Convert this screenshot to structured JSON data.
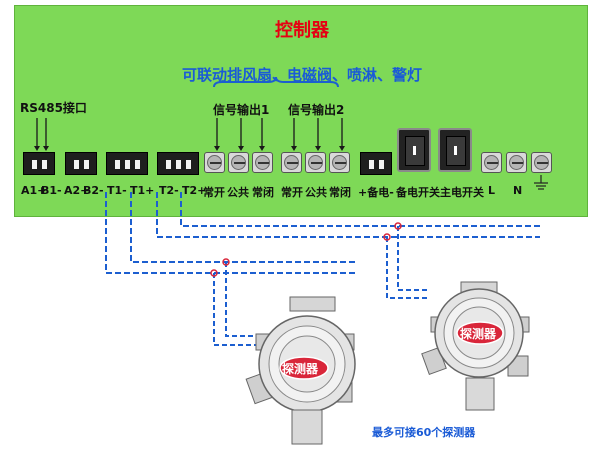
{
  "board": {
    "title": "控制器",
    "subtitle": "可联动排风扇、电磁阀、喷淋、警灯",
    "rs485_label": "RS485接口",
    "signal1_label": "信号输出1",
    "signal2_label": "信号输出2",
    "terminal_labels": {
      "a1p": "A1+",
      "b1m": "B1-",
      "a2p": "A2+",
      "b2m": "B2-",
      "t1m": "T1-",
      "t1p": "T1+",
      "t2m": "T2-",
      "t2p": "T2+",
      "no1": "常开",
      "com1": "公共",
      "nc1": "常闭",
      "no2": "常开",
      "com2": "公共",
      "nc2": "常闭",
      "backup": "+备电-",
      "backup_switch": "备电开关",
      "main_switch": "主电开关",
      "l": "L",
      "n": "N"
    }
  },
  "detectors": {
    "left_label": "探测器",
    "right_label": "探测器"
  },
  "footnote": "最多可接60个探测器",
  "colors": {
    "board": "#7ed957",
    "title": "#e60012",
    "subtitle": "#1a5bd6",
    "wire": "#1c5fd0",
    "junction": "#d9263a"
  }
}
